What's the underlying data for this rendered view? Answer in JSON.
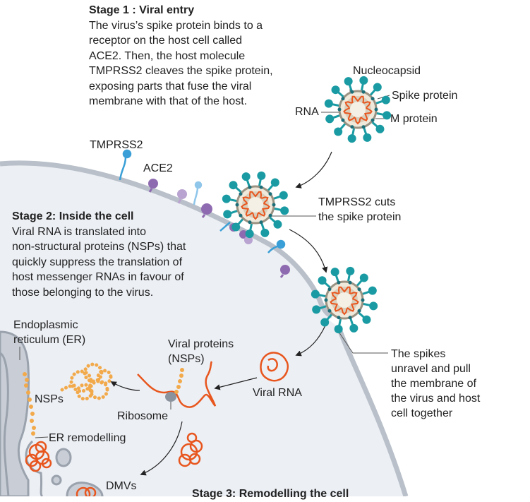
{
  "stage1": {
    "title": "Stage 1 : Viral entry",
    "lines": [
      "The virus’s spike protein binds to a",
      "receptor on the host cell called",
      "ACE2. Then, the host molecule",
      "TMPRSS2 cleaves the spike protein,",
      "exposing parts that fuse the viral",
      "membrane with that of the host."
    ]
  },
  "stage2": {
    "title": "Stage 2: Inside the cell",
    "lines": [
      "Viral RNA is translated into",
      "non-structural proteins (NSPs) that",
      "quickly suppress the translation of",
      "host messenger RNAs in favour of",
      "those belonging to the virus."
    ]
  },
  "stage3": {
    "title": "Stage 3: Remodelling the cell"
  },
  "virus_labels": {
    "nucleocapsid": "Nucleocapsid",
    "spike": "Spike protein",
    "rna": "RNA",
    "m_protein": "M protein"
  },
  "labels": {
    "tmprss2": "TMPRSS2",
    "ace2": "ACE2",
    "cuts": [
      "TMPRSS2 cuts",
      "the spike protein"
    ],
    "spikes_unravel": [
      "The spikes",
      "unravel and pull",
      "the membrane of",
      "the virus and host",
      "cell together"
    ],
    "er": [
      "Endoplasmic",
      "reticulum (ER)"
    ],
    "viral_proteins": [
      "Viral proteins",
      "(NSPs)"
    ],
    "viral_rna": "Viral RNA",
    "nsps": "NSPs",
    "ribosome": "Ribosome",
    "er_remodelling": "ER remodelling",
    "dmvs": "DMVs"
  },
  "colors": {
    "cell_fill": "#eceff4",
    "membrane": "#b9c0c9",
    "spike": "#1a9ba3",
    "rna": "#e8561e",
    "nsp": "#f2a94a",
    "ace2": "#8e6bb0",
    "tmprss2": "#3a9fd6",
    "virus_core": "#efe9dc"
  }
}
